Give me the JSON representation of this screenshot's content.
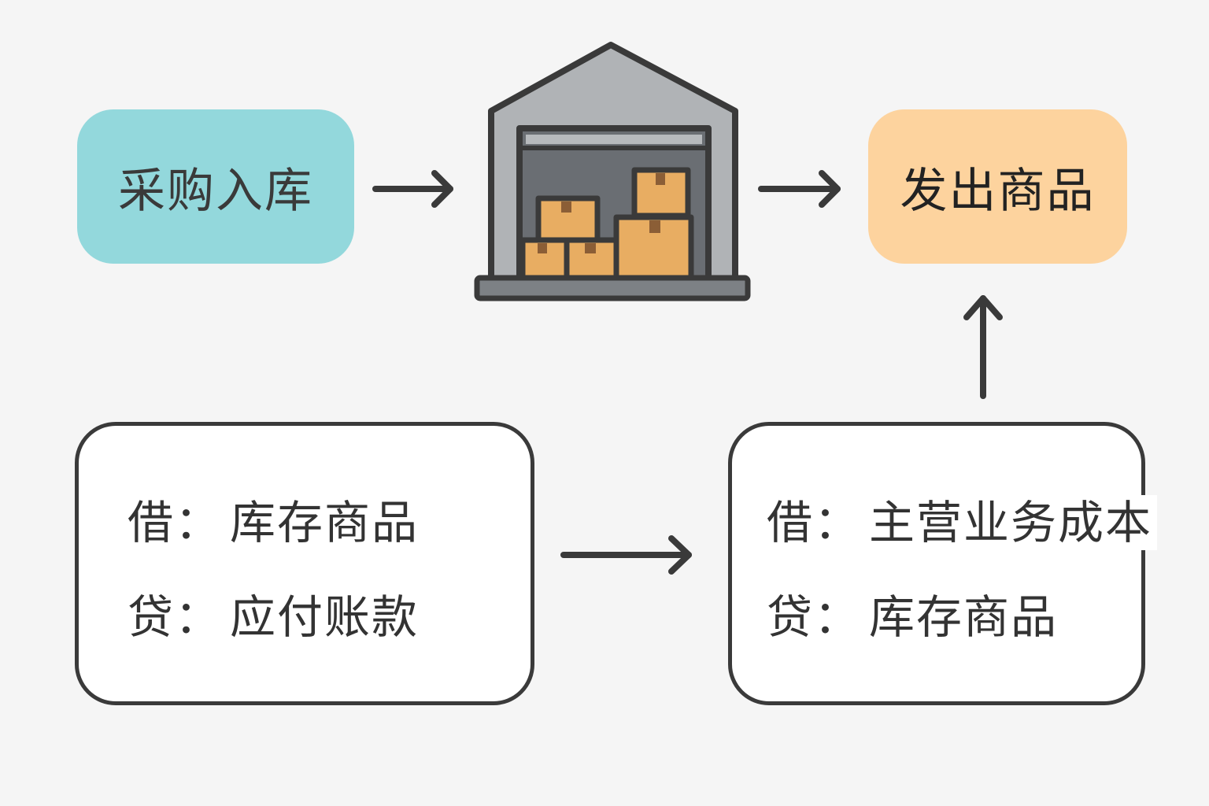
{
  "diagram": {
    "nodes": {
      "purchase": {
        "label": "采购入库",
        "color": "#93d8dc"
      },
      "warehouse": {
        "icon": "warehouse-icon"
      },
      "ship": {
        "label": "发出商品",
        "color": "#fdd39e"
      }
    },
    "journal_entries": {
      "purchase": {
        "debit_label": "借：",
        "debit_account": "库存商品",
        "credit_label": "贷：",
        "credit_account": "应付账款"
      },
      "sale": {
        "debit_label": "借：",
        "debit_account": "主营业务成本",
        "credit_label": "贷：",
        "credit_account": "库存商品"
      }
    },
    "edges": [
      {
        "from": "purchase",
        "to": "warehouse",
        "direction": "right"
      },
      {
        "from": "warehouse",
        "to": "ship",
        "direction": "right"
      },
      {
        "from": "journal-purchase",
        "to": "journal-sale",
        "direction": "right"
      },
      {
        "from": "journal-sale",
        "to": "ship",
        "direction": "up"
      }
    ]
  }
}
